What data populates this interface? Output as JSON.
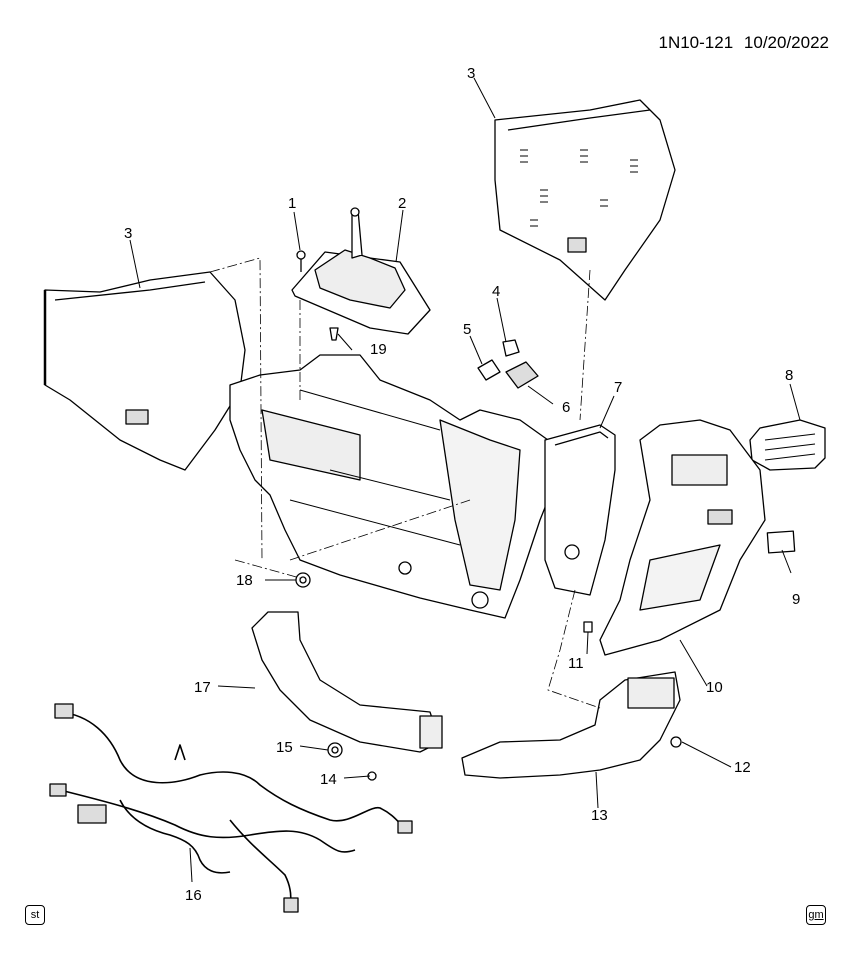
{
  "header": {
    "ref": "1N10-121",
    "date": "10/20/2022"
  },
  "callouts": {
    "c1": "1",
    "c2": "2",
    "c3a": "3",
    "c3b": "3",
    "c4": "4",
    "c5": "5",
    "c6": "6",
    "c7": "7",
    "c8": "8",
    "c9": "9",
    "c10": "10",
    "c11": "11",
    "c12": "12",
    "c13": "13",
    "c14": "14",
    "c15": "15",
    "c16": "16",
    "c17": "17",
    "c18": "18",
    "c19": "19"
  },
  "badges": {
    "left": "st",
    "right": "gm"
  },
  "colors": {
    "line": "#000000",
    "fill": "#ffffff",
    "shade": "#cfcfcf"
  }
}
